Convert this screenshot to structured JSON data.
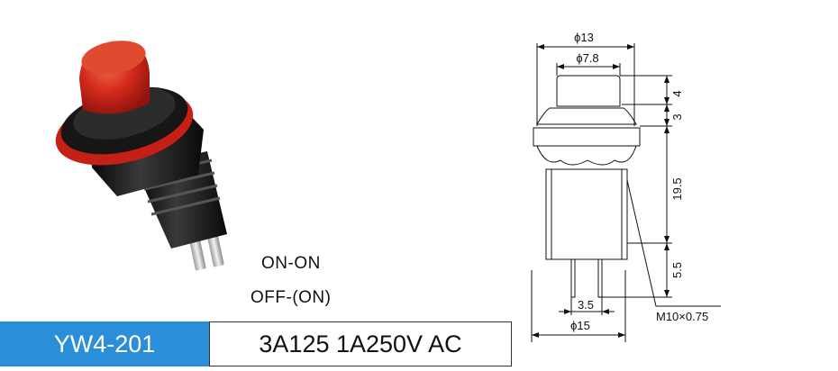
{
  "product": {
    "model": "YW4-201",
    "rating": "3A125 1A250V AC",
    "modes": [
      "ON-ON",
      "OFF-(ON)"
    ]
  },
  "dimensions": {
    "d13": "ϕ13",
    "d7_8": "ϕ7.8",
    "h4": "4",
    "h3": "3",
    "h19_5": "19.5",
    "h5_5": "5.5",
    "pin_spacing": "3.5",
    "d15": "ϕ15",
    "thread": "M10×0.75"
  },
  "colors": {
    "model_bg": "#2a8fd8",
    "button_red": "#d42a1c",
    "body_black": "#141414"
  }
}
